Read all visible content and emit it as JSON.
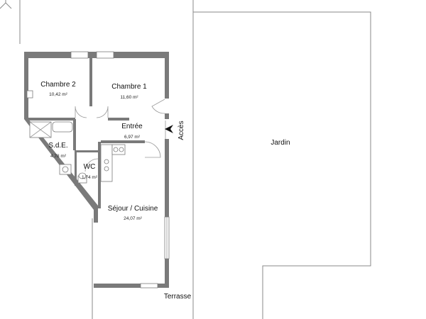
{
  "rooms": {
    "chambre2": {
      "name": "Chambre 2",
      "area": "10,42 m²"
    },
    "chambre1": {
      "name": "Chambre 1",
      "area": "11,60 m²"
    },
    "entree": {
      "name": "Entrée",
      "area": "6,97 m²"
    },
    "sde": {
      "name": "S.d.E.",
      "area": "4,78 m²"
    },
    "wc": {
      "name": "WC",
      "area": "1,74 m²"
    },
    "sejour": {
      "name": "Séjour / Cuisine",
      "area": "24,07 m²"
    }
  },
  "labels": {
    "acces": "Accès",
    "jardin": "Jardin",
    "terrasse": "Terrasse"
  }
}
